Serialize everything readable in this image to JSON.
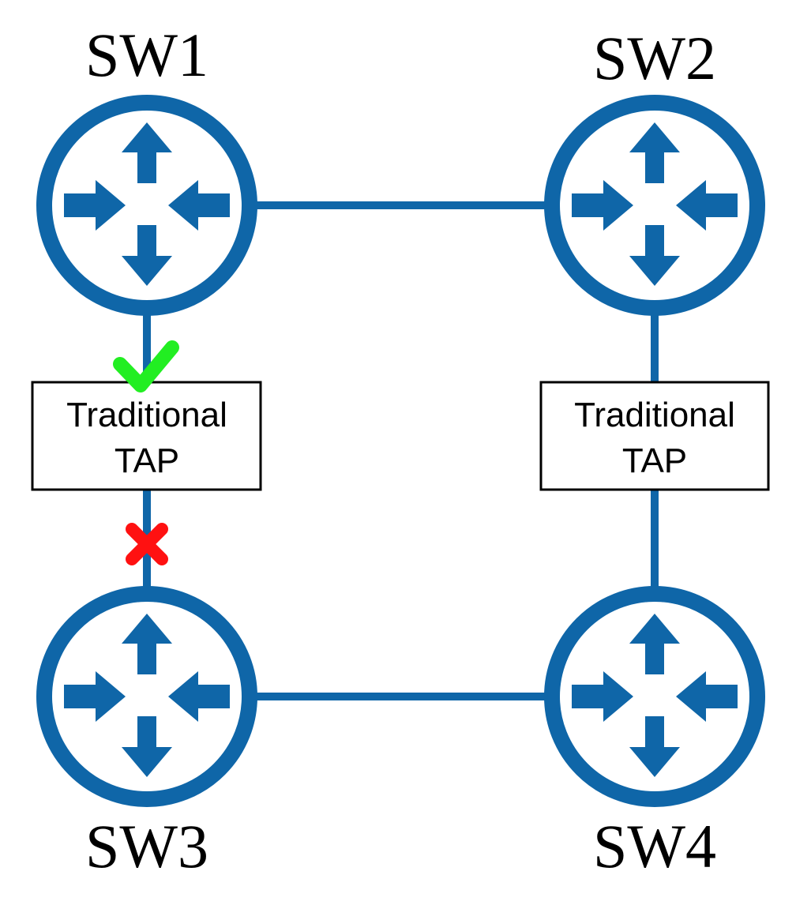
{
  "colors": {
    "link": "#0f66a8",
    "tap_border": "#000000",
    "ok_mark": "#22ee22",
    "fail_mark": "#ff1111",
    "background": "#ffffff"
  },
  "switches": [
    {
      "id": "sw1",
      "label": "SW1",
      "icon": "router-icon"
    },
    {
      "id": "sw2",
      "label": "SW2",
      "icon": "router-icon"
    },
    {
      "id": "sw3",
      "label": "SW3",
      "icon": "router-icon"
    },
    {
      "id": "sw4",
      "label": "SW4",
      "icon": "router-icon"
    }
  ],
  "taps": [
    {
      "id": "tap-left",
      "line1": "Traditional",
      "line2": "TAP"
    },
    {
      "id": "tap-right",
      "line1": "Traditional",
      "line2": "TAP"
    }
  ],
  "links": [
    {
      "from": "SW1",
      "to": "SW2",
      "via": ""
    },
    {
      "from": "SW3",
      "to": "SW4",
      "via": ""
    },
    {
      "from": "SW1",
      "to": "SW3",
      "via": "tap-left"
    },
    {
      "from": "SW2",
      "to": "SW4",
      "via": "tap-right"
    }
  ],
  "status_marks": [
    {
      "icon": "checkmark-icon",
      "meaning": "ok",
      "link": "SW1-tap-left"
    },
    {
      "icon": "x-mark-icon",
      "meaning": "fail",
      "link": "tap-left-SW3"
    }
  ]
}
